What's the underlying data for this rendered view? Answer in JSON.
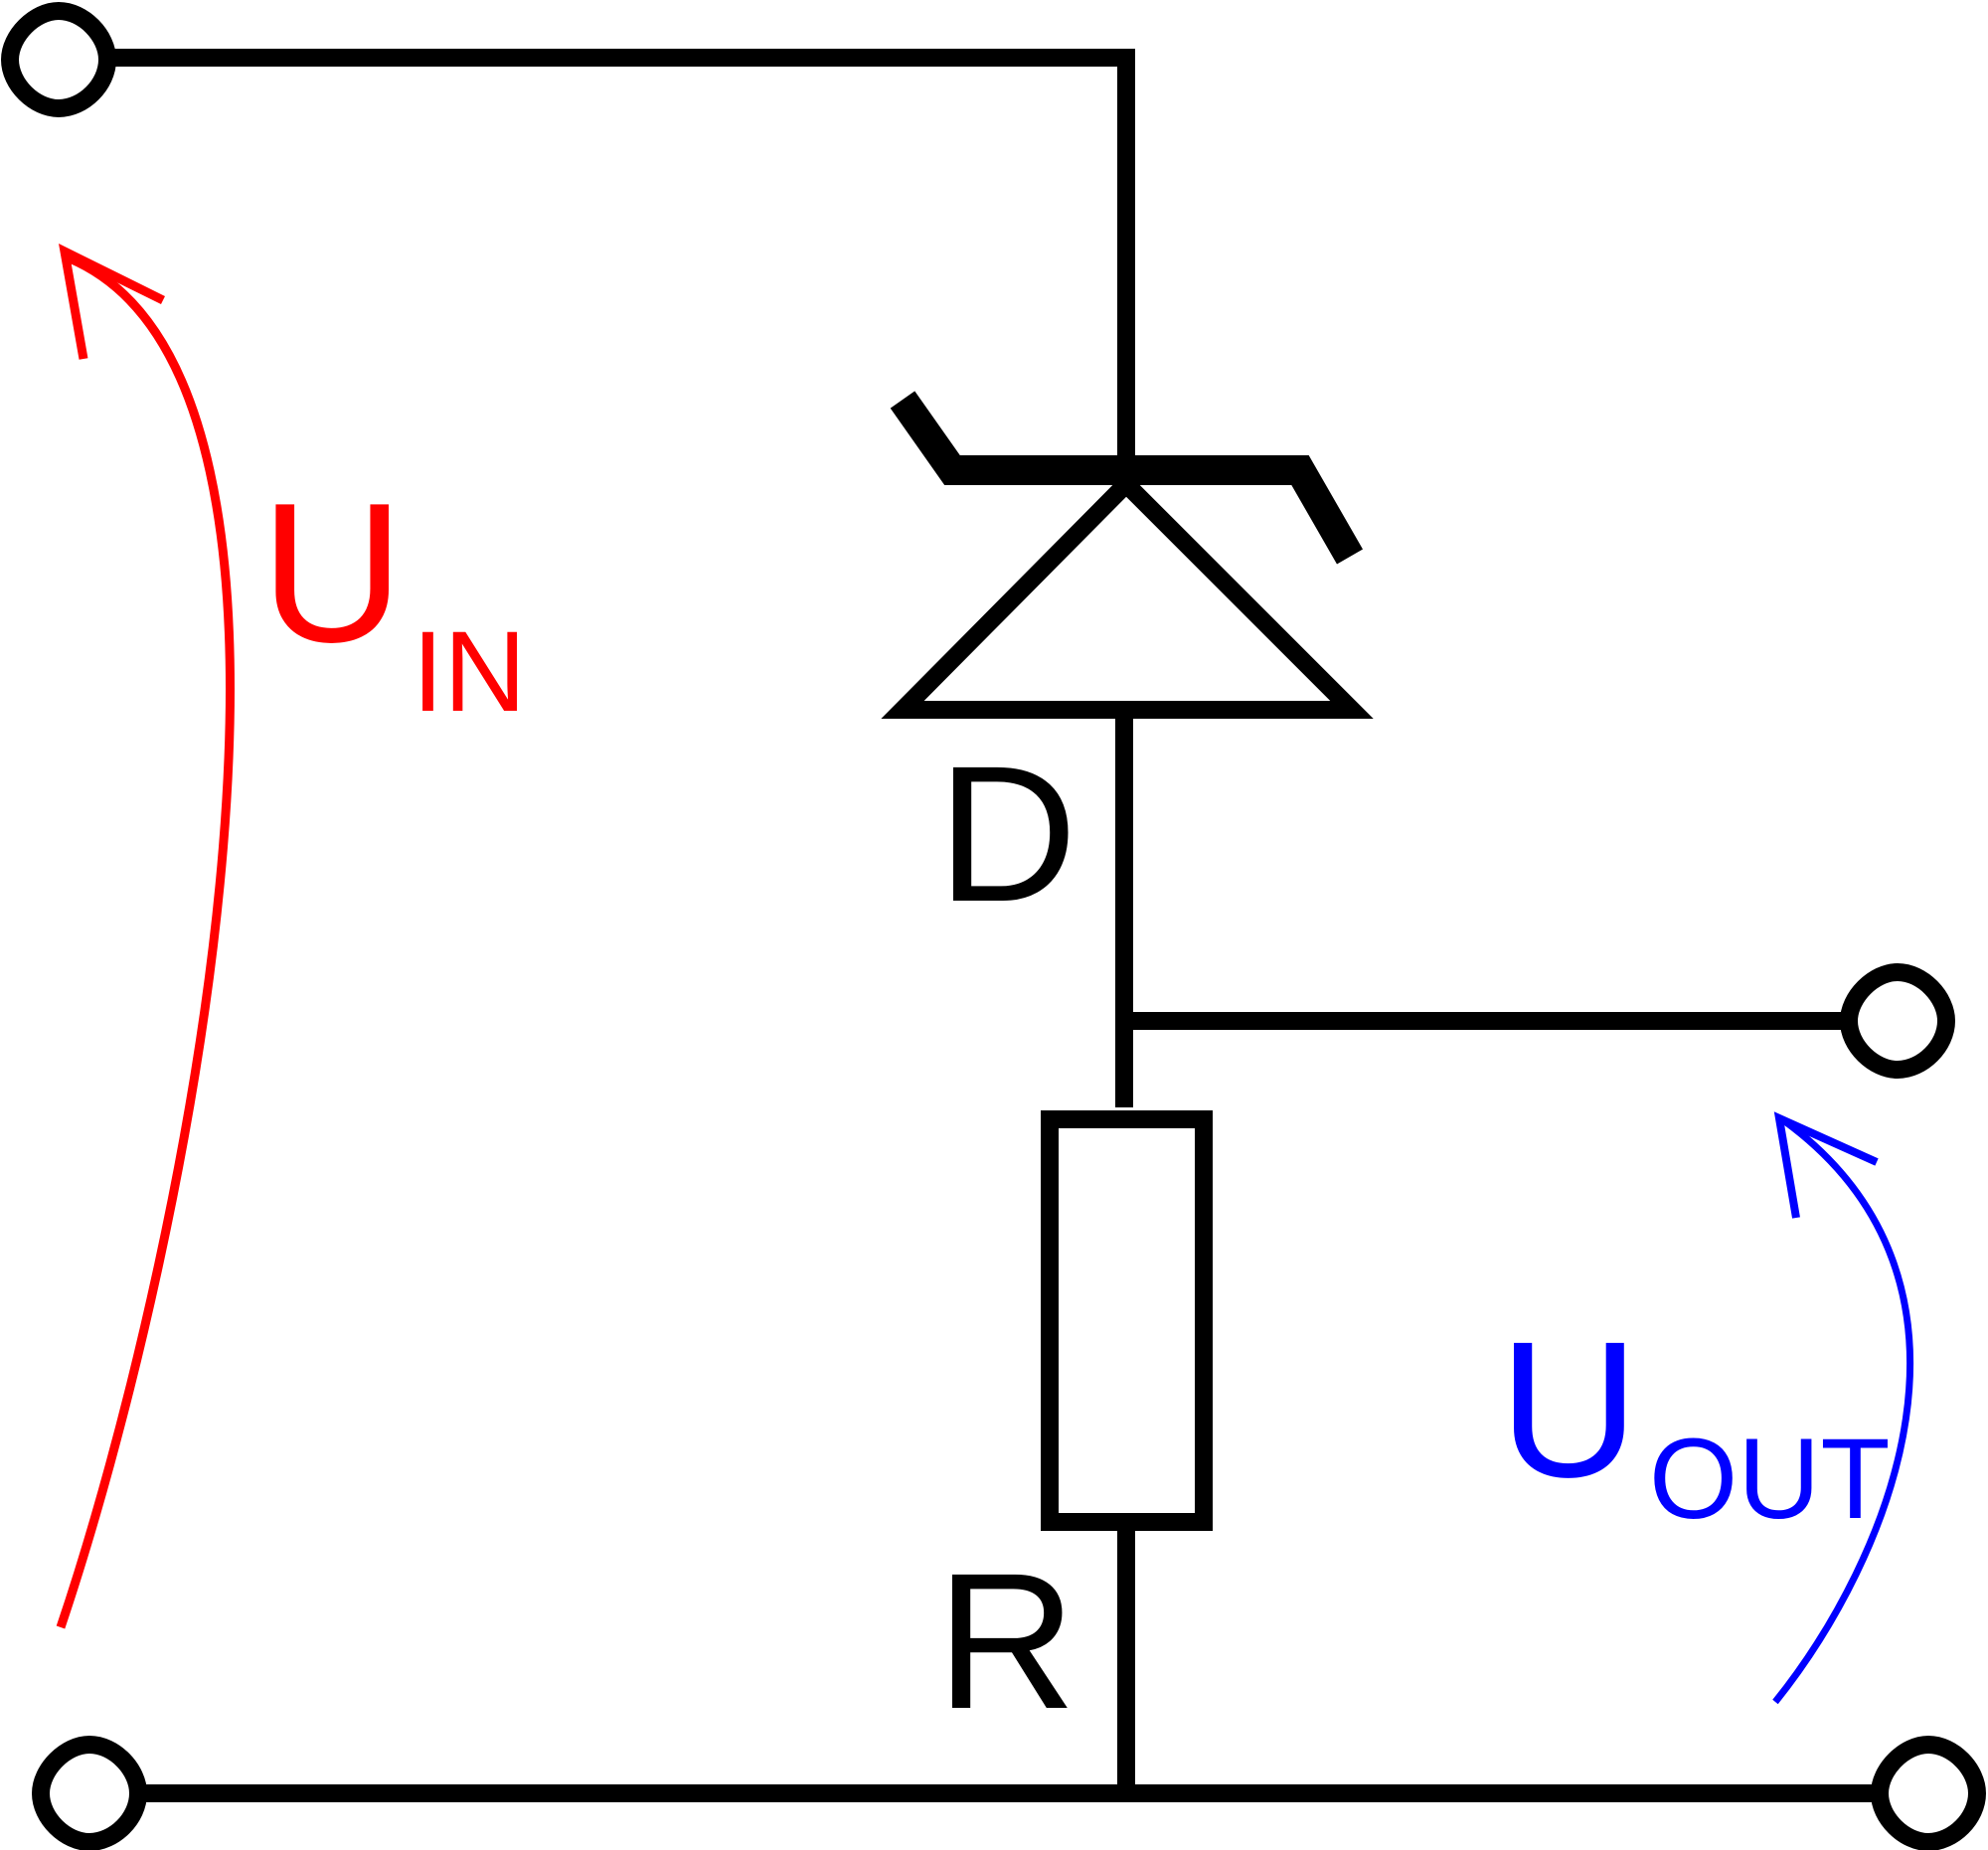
{
  "labels": {
    "diode": "D",
    "resistor": "R",
    "input_voltage_main": "U",
    "input_voltage_sub": "IN",
    "output_voltage_main": "U",
    "output_voltage_sub": "OUT"
  },
  "colors": {
    "wire": "#000000",
    "input_arrow": "#ff0000",
    "output_arrow": "#0000ff",
    "background": "#ffffff"
  }
}
